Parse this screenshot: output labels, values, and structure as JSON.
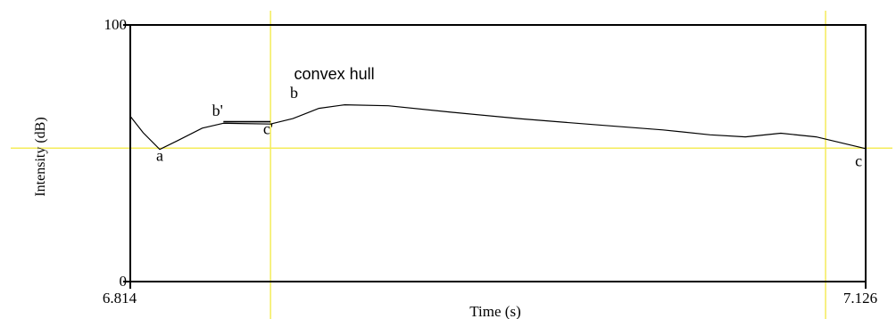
{
  "chart_data": {
    "type": "line",
    "title": "",
    "xlabel": "Time (s)",
    "ylabel": "Intensity (dB)",
    "xlim": [
      6.814,
      7.126
    ],
    "ylim": [
      0,
      100
    ],
    "x_tick_labels": [
      "6.814",
      "7.126"
    ],
    "y_tick_labels": [
      "0",
      "100"
    ],
    "grid": false,
    "series": [
      {
        "x": [
          6.814,
          6.8195,
          6.8265,
          6.834,
          6.8445,
          6.8535,
          6.8735,
          6.883,
          6.894,
          6.905,
          6.9235,
          6.95,
          6.98,
          7.01,
          7.04,
          7.06,
          7.075,
          7.09,
          7.105,
          7.126
        ],
        "y": [
          64.4,
          58.0,
          51.5,
          54.9,
          59.8,
          61.7,
          61.4,
          63.5,
          67.5,
          68.9,
          68.5,
          66.0,
          63.4,
          61.2,
          59.1,
          57.2,
          56.4,
          57.8,
          56.4,
          51.8
        ],
        "color": "#000000"
      }
    ],
    "hull_segment": {
      "x": [
        6.8535,
        6.8735
      ],
      "y": [
        62.3,
        62.3
      ],
      "color": "#000000"
    },
    "reference_lines": {
      "horizontal_y": [
        52.0
      ],
      "vertical_x": [
        6.8735,
        7.109
      ],
      "color": "#f4ec5a"
    },
    "annotations": [
      {
        "text": "convex hull",
        "x": 6.8835,
        "y": 78.9,
        "font": "sans"
      },
      {
        "text": "a",
        "x": 6.8265,
        "y": 47.1,
        "font": "serif"
      },
      {
        "text": "b'",
        "x": 6.851,
        "y": 64.5,
        "font": "serif"
      },
      {
        "text": "c'",
        "x": 6.8725,
        "y": 57.5,
        "font": "serif"
      },
      {
        "text": "b",
        "x": 6.8835,
        "y": 71.5,
        "font": "serif"
      },
      {
        "text": "c",
        "x": 7.123,
        "y": 45.0,
        "font": "serif"
      }
    ]
  }
}
